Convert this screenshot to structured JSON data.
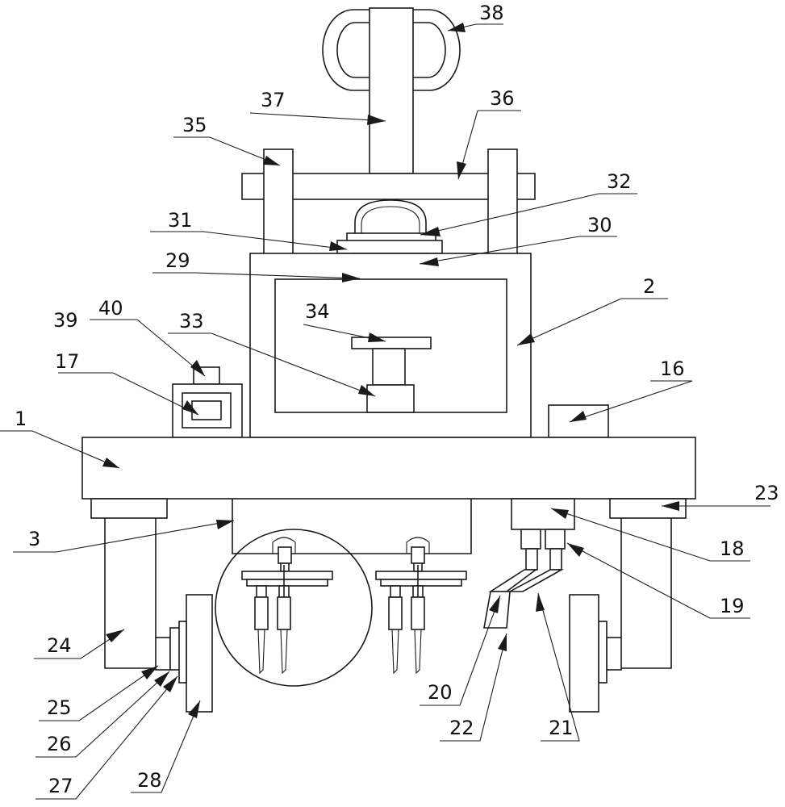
{
  "callouts": [
    {
      "id": "1",
      "text": "1"
    },
    {
      "id": "2",
      "text": "2"
    },
    {
      "id": "3",
      "text": "3"
    },
    {
      "id": "16",
      "text": "16"
    },
    {
      "id": "17",
      "text": "17"
    },
    {
      "id": "18",
      "text": "18"
    },
    {
      "id": "19",
      "text": "19"
    },
    {
      "id": "20",
      "text": "20"
    },
    {
      "id": "21",
      "text": "21"
    },
    {
      "id": "22",
      "text": "22"
    },
    {
      "id": "23",
      "text": "23"
    },
    {
      "id": "24",
      "text": "24"
    },
    {
      "id": "25",
      "text": "25"
    },
    {
      "id": "26",
      "text": "26"
    },
    {
      "id": "27",
      "text": "27"
    },
    {
      "id": "28",
      "text": "28"
    },
    {
      "id": "29",
      "text": "29"
    },
    {
      "id": "30",
      "text": "30"
    },
    {
      "id": "31",
      "text": "31"
    },
    {
      "id": "32",
      "text": "32"
    },
    {
      "id": "33",
      "text": "33"
    },
    {
      "id": "34",
      "text": "34"
    },
    {
      "id": "35",
      "text": "35"
    },
    {
      "id": "36",
      "text": "36"
    },
    {
      "id": "37",
      "text": "37"
    },
    {
      "id": "38",
      "text": "38"
    },
    {
      "id": "39",
      "text": "39"
    },
    {
      "id": "40",
      "text": "40"
    }
  ]
}
